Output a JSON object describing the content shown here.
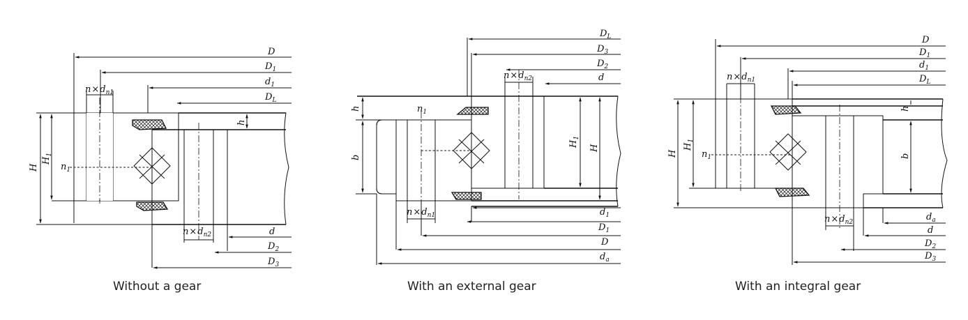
{
  "colors": {
    "line": "#111111",
    "background": "#ffffff",
    "caption": "#222222"
  },
  "panels": [
    {
      "caption": "Without a gear",
      "labels": {
        "D": "D",
        "D1": "D",
        "D1_sub": "1",
        "d1": "d",
        "d1_sub": "1",
        "DL": "D",
        "DL_sub": "L",
        "d": "d",
        "D2": "D",
        "D2_sub": "2",
        "D3": "D",
        "D3_sub": "3",
        "H": "H",
        "H1": "H",
        "H1_sub": "1",
        "h": "h",
        "n1": "n",
        "n1_sub": "1",
        "ndn1_n": "n",
        "ndn1_times": "×",
        "ndn1_d": "d",
        "ndn1_sub": "n1",
        "ndn2_n": "n",
        "ndn2_times": "×",
        "ndn2_d": "d",
        "ndn2_sub": "n2"
      }
    },
    {
      "caption": "With an external gear",
      "labels": {
        "DL": "D",
        "DL_sub": "L",
        "D3": "D",
        "D3_sub": "3",
        "D2": "D",
        "D2_sub": "2",
        "d": "d",
        "h": "h",
        "b": "b",
        "H1": "H",
        "H1_sub": "1",
        "H": "H",
        "n1": "n",
        "n1_sub": "1",
        "d1": "d",
        "d1_sub": "1",
        "D1": "D",
        "D1_sub": "1",
        "D": "D",
        "da": "d",
        "da_sub": "a",
        "ndn1_n": "n",
        "ndn1_times": "×",
        "ndn1_d": "d",
        "ndn1_sub": "n1",
        "ndn2_n": "n",
        "ndn2_times": "×",
        "ndn2_d": "d",
        "ndn2_sub": "n2"
      }
    },
    {
      "caption": "With an integral gear",
      "labels": {
        "D": "D",
        "D1": "D",
        "D1_sub": "1",
        "d1": "d",
        "d1_sub": "1",
        "DL": "D",
        "DL_sub": "L",
        "h": "h",
        "H": "H",
        "H1": "H",
        "H1_sub": "1",
        "b": "b",
        "n1": "n",
        "n1_sub": "1",
        "da": "d",
        "da_sub": "a",
        "d": "d",
        "D2": "D",
        "D2_sub": "2",
        "D3": "D",
        "D3_sub": "3",
        "ndn1_n": "n",
        "ndn1_times": "×",
        "ndn1_d": "d",
        "ndn1_sub": "n1",
        "ndn2_n": "n",
        "ndn2_times": "×",
        "ndn2_d": "d",
        "ndn2_sub": "n2"
      }
    }
  ]
}
